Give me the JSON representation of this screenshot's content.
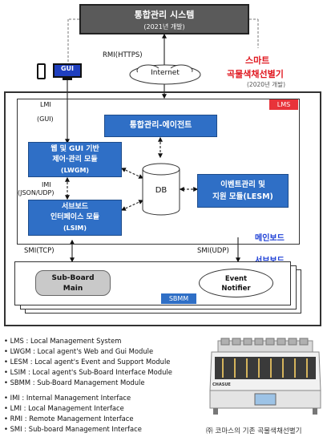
{
  "top_system": {
    "title": "통합관리 시스템",
    "subtitle": "(2021년 개발)"
  },
  "rmi_label": "RMI(HTTPS)",
  "internet_label": "Internet",
  "gui_label": "GUI",
  "smart_title": {
    "line1": "스마트",
    "line2": "곡물색채선별기",
    "sub": "(2020년 개발)"
  },
  "lms_badge": "LMS",
  "lmi_label": {
    "line1": "LMI",
    "line2": "(GUI)"
  },
  "agent_box": "통합관리-에이전트",
  "lwgm_box": {
    "line1": "웹 및 GUI 기반",
    "line2": "제어·관리 모듈",
    "line3": "(LWGM)"
  },
  "imi_label": {
    "line1": "IMI",
    "line2": "(JSON/UDP)"
  },
  "lsim_box": {
    "line1": "서브보드",
    "line2": "인터페이스 모듈",
    "line3": "(LSIM)"
  },
  "db_label": "DB",
  "lesm_box": {
    "line1": "이벤트관리 및",
    "line2": "지원 모듈(LESM)"
  },
  "mainboard_label": "메인보드",
  "subboard_label": "서브보드",
  "smi_tcp": "SMI(TCP)",
  "smi_udp": "SMI(UDP)",
  "sb_main": {
    "line1": "Sub-Board",
    "line2": "Main"
  },
  "event_notifier": {
    "line1": "Event",
    "line2": "Notifier"
  },
  "sbmm_badge": "SBMM",
  "legend_modules": [
    "• LMS : Local Management System",
    "• LWGM : Local agent's Web and Gui Module",
    "• LESM : Local agent's Event and Support Module",
    "• LSIM : Local agent's Sub-Board Interface Module",
    "• SBMM : Sub-Board Management Module"
  ],
  "legend_interfaces": [
    "• IMI : Internal Management Interface",
    "• LMI : Local Management Interface",
    "• RMI : Remote Management Interface",
    "• SMI : Sub-board Management Interface"
  ],
  "machine_brand": "CHASUE",
  "photo_caption": "㈜ 코마스의 기존 곡물색채선별기",
  "colors": {
    "module_blue": "#2f6fc6",
    "accent_red": "#e0161e",
    "label_blue": "#1d3fd6",
    "title_gray": "#5a5a5a"
  }
}
